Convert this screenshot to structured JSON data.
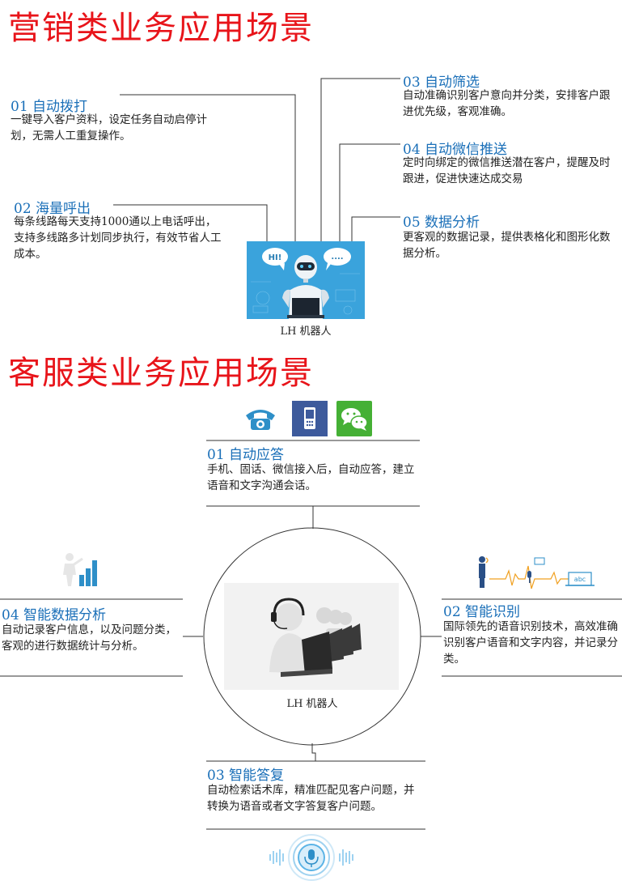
{
  "marketing": {
    "title": "营销类业务应用场景",
    "caption": "LH 机器人",
    "bubble_left": "HI!",
    "bubble_right": "....",
    "items": [
      {
        "title": "01 自动拨打",
        "desc": "一键导入客户资料，设定任务自动启停计划，无需人工重复操作。"
      },
      {
        "title": "02 海量呼出",
        "desc": "每条线路每天支持1000通以上电话呼出，支持多线路多计划同步执行，有效节省人工成本。"
      },
      {
        "title": "03 自动筛选",
        "desc": "自动准确识别客户意向并分类，安排客户跟进优先级，客观准确。"
      },
      {
        "title": "04 自动微信推送",
        "desc": "定时向绑定的微信推送潜在客户，提醒及时跟进，促进快速达成交易"
      },
      {
        "title": "05 数据分析",
        "desc": "更客观的数据记录，提供表格化和图形化数据分析。"
      }
    ]
  },
  "service": {
    "title": "客服类业务应用场景",
    "caption": "LH 机器人",
    "abc_label": "abc",
    "items": [
      {
        "title": "01 自动应答",
        "desc": "手机、固话、微信接入后，自动应答，建立语音和文字沟通会话。"
      },
      {
        "title": "02 智能识别",
        "desc": "国际领先的语音识别技术，高效准确识别客户语音和文字内容，并记录分类。"
      },
      {
        "title": "03 智能答复",
        "desc": "自动检索话术库，精准匹配见客户问题，并转换为语音或者文字答复客户问题。"
      },
      {
        "title": "04 智能数据分析",
        "desc": "自动记录客户信息，以及问题分类，客观的进行数据统计与分析。"
      }
    ]
  },
  "colors": {
    "title_red": "#e8141a",
    "item_blue": "#1a6fb8",
    "robot_bg": "#3aa3dc"
  }
}
